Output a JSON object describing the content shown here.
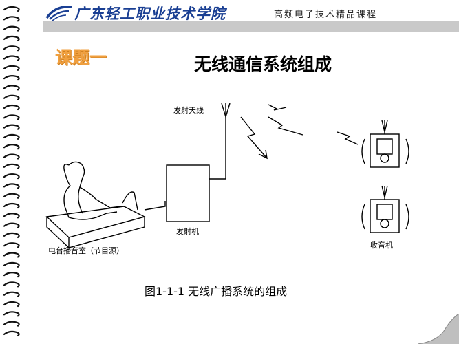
{
  "header": {
    "school_name": "广东轻工职业技术学院",
    "course_name": "高频电子技术精品课程"
  },
  "slide": {
    "topic_label": "课题一",
    "title": "无线通信系统组成"
  },
  "diagram": {
    "antenna_label": "发射天线",
    "transmitter_label": "发射机",
    "studio_label": "电台播音室（节目源）",
    "receiver_label": "收音机"
  },
  "caption": "图1-1-1  无线广播系统的组成",
  "colors": {
    "school_name": "#1a3f93",
    "topic_label": "#f0a040",
    "header_bar": "#c9c9c9"
  },
  "icons": [
    "spiral-binding",
    "school-logo-icon",
    "antenna-icon",
    "radio-wave-icon",
    "page-curl-icon"
  ]
}
